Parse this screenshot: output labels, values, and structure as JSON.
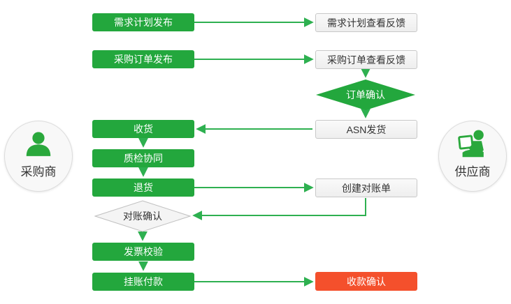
{
  "colors": {
    "node_green": "#23a73d",
    "connector_green": "#2eb050",
    "alert_red": "#f4502c",
    "outline_border": "#c8c8c8",
    "text_dark": "#333333"
  },
  "actors": {
    "buyer": {
      "label": "采购商"
    },
    "supplier": {
      "label": "供应商"
    }
  },
  "nodes": {
    "demand_plan_publish": {
      "label": "需求计划发布",
      "type": "process-green"
    },
    "demand_plan_feedback": {
      "label": "需求计划查看反馈",
      "type": "process-outline"
    },
    "po_publish": {
      "label": "采购订单发布",
      "type": "process-green"
    },
    "po_feedback": {
      "label": "采购订单查看反馈",
      "type": "process-outline"
    },
    "order_confirm": {
      "label": "订单确认",
      "type": "decision-green"
    },
    "receiving": {
      "label": "收货",
      "type": "process-green"
    },
    "asn_shipping": {
      "label": "ASN发货",
      "type": "process-outline"
    },
    "quality_collaboration": {
      "label": "质检协同",
      "type": "process-green"
    },
    "returns": {
      "label": "退货",
      "type": "process-green"
    },
    "create_statement": {
      "label": "创建对账单",
      "type": "process-outline"
    },
    "statement_confirm": {
      "label": "对账确认",
      "type": "decision-gray"
    },
    "invoice_verification": {
      "label": "发票校验",
      "type": "process-green"
    },
    "book_payment": {
      "label": "挂账付款",
      "type": "process-green"
    },
    "payment_confirmation": {
      "label": "收款确认",
      "type": "process-red"
    }
  }
}
